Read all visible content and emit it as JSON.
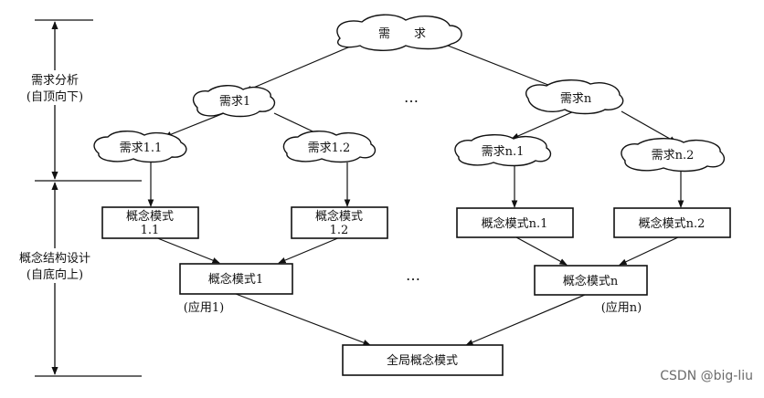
{
  "side_labels": {
    "top": [
      "需求分析",
      "(自顶向下)"
    ],
    "bottom": [
      "概念结构设计",
      "(自底向上)"
    ]
  },
  "clouds": {
    "root": "需　　求",
    "req_1": "需求1",
    "req_n": "需求n",
    "req_1_1": "需求1.1",
    "req_1_2": "需求1.2",
    "req_n_1": "需求n.1",
    "req_n_2": "需求n.2"
  },
  "ellipsis": {
    "top": "…",
    "middle": "…"
  },
  "boxes": {
    "cm_1_1": [
      "概念模式",
      "1.1"
    ],
    "cm_1_2": [
      "概念模式",
      "1.2"
    ],
    "cm_n_1": "概念模式n.1",
    "cm_n_2": "概念模式n.2",
    "cm_1": "概念模式1",
    "cm_n": "概念模式n",
    "global": "全局概念模式"
  },
  "app_labels": {
    "app_1": "(应用1)",
    "app_n": "(应用n)"
  },
  "watermark": "CSDN @big-liu"
}
